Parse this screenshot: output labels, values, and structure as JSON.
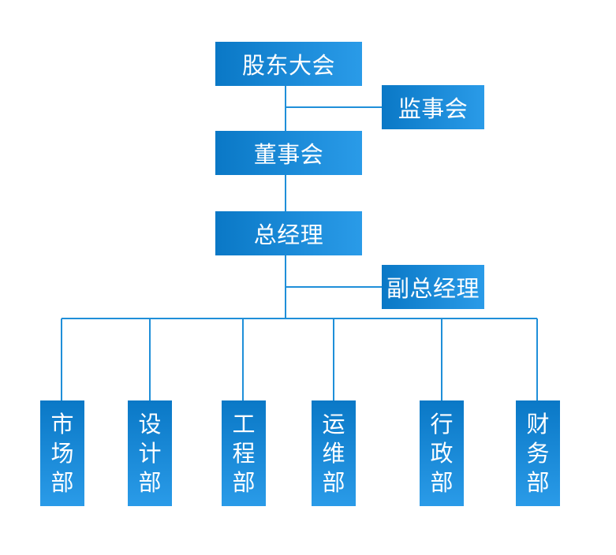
{
  "nodes": {
    "shareholders": "股东大会",
    "supervisors": "监事会",
    "board": "董事会",
    "gm": "总经理",
    "deputy_gm": "副总经理",
    "departments": [
      "市场部",
      "设计部",
      "工程部",
      "运维部",
      "行政部",
      "财务部"
    ]
  },
  "colors": {
    "box_start": "#0a78c6",
    "box_end": "#2a9be8",
    "line": "#1f8fd9",
    "text": "#ffffff"
  }
}
